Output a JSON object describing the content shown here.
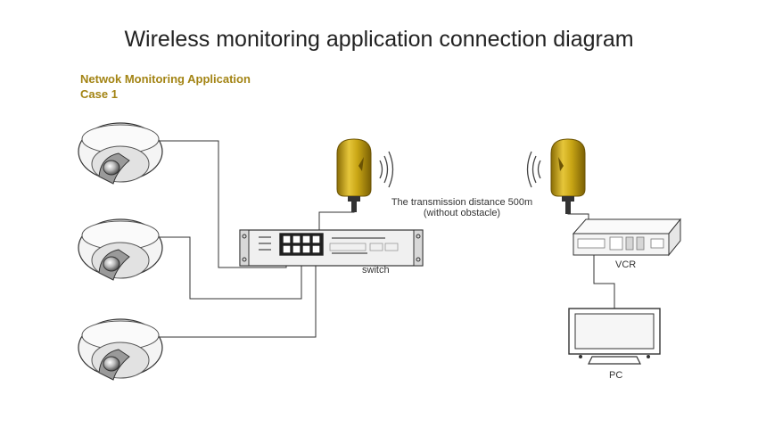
{
  "title": "Wireless monitoring application connection diagram",
  "case": {
    "line1": "Netwok Monitoring Application",
    "line2": "Case 1"
  },
  "transmission": {
    "line1": "The transmission distance 500m",
    "line2": "(without obstacle)"
  },
  "labels": {
    "switch": "switch",
    "vcr": "VCR",
    "pc": "PC"
  },
  "colors": {
    "case_text": "#a38414",
    "transmitter_gold": "#c9a615",
    "wire": "#333333",
    "signal": "#444444"
  }
}
